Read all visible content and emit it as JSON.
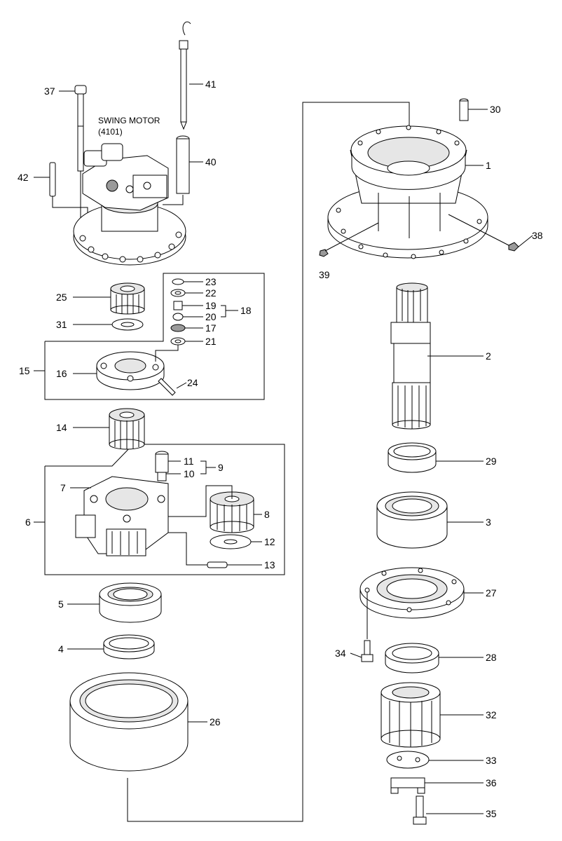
{
  "title": {
    "line1": "SWING MOTOR",
    "line2": "(4101)"
  },
  "labels": {
    "p1": "1",
    "p2": "2",
    "p3": "3",
    "p4": "4",
    "p5": "5",
    "p6": "6",
    "p7": "7",
    "p8": "8",
    "p9": "9",
    "p10": "10",
    "p11": "11",
    "p12": "12",
    "p13": "13",
    "p14": "14",
    "p15": "15",
    "p16": "16",
    "p17": "17",
    "p18": "18",
    "p19": "19",
    "p20": "20",
    "p21": "21",
    "p22": "22",
    "p23": "23",
    "p24": "24",
    "p25": "25",
    "p26": "26",
    "p27": "27",
    "p28": "28",
    "p29": "29",
    "p30": "30",
    "p31": "31",
    "p32": "32",
    "p33": "33",
    "p34": "34",
    "p35": "35",
    "p36": "36",
    "p37": "37",
    "p38": "38",
    "p39": "39",
    "p40": "40",
    "p41": "41",
    "p42": "42"
  }
}
